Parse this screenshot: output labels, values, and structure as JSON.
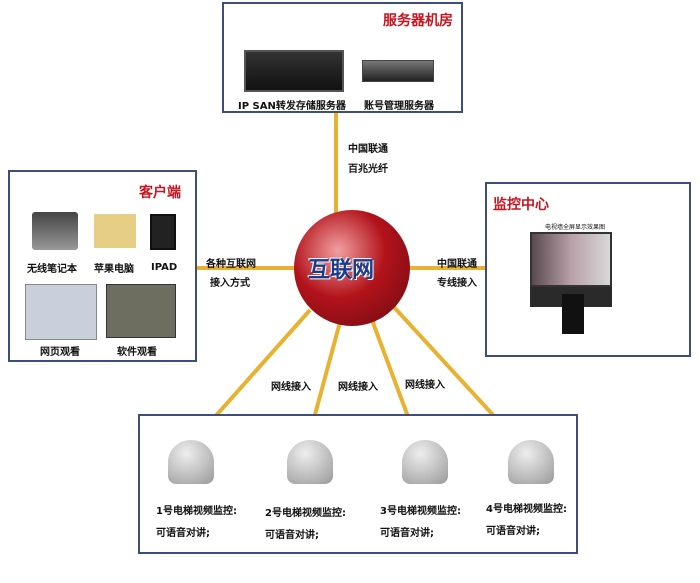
{
  "server_room": {
    "title": "服务器机房",
    "items": [
      "IP SAN转发存储服务器",
      "账号管理服务器"
    ]
  },
  "client": {
    "title": "客户端",
    "items": [
      "无线笔记本",
      "苹果电脑",
      "IPAD",
      "网页观看",
      "软件观看"
    ]
  },
  "monitor_center": {
    "title": "监控中心",
    "caption": "电视墙全屏显示效果图"
  },
  "internet": {
    "label": "互联网"
  },
  "links": {
    "top": [
      "中国联通",
      "百兆光纤"
    ],
    "left": [
      "各种互联网",
      "接入方式"
    ],
    "right": [
      "中国联通",
      "专线接入"
    ],
    "cable": "网线接入"
  },
  "cameras": [
    {
      "name": "1号电梯视频监控:",
      "feature": "可语音对讲;"
    },
    {
      "name": "2号电梯视频监控:",
      "feature": "可语音对讲;"
    },
    {
      "name": "3号电梯视频监控:",
      "feature": "可语音对讲;"
    },
    {
      "name": "4号电梯视频监控:",
      "feature": "可语音对讲;"
    }
  ],
  "colors": {
    "border": "#3b4f7a",
    "title": "#c8141e",
    "link": "#e8b230",
    "globe": "#b3131b"
  }
}
